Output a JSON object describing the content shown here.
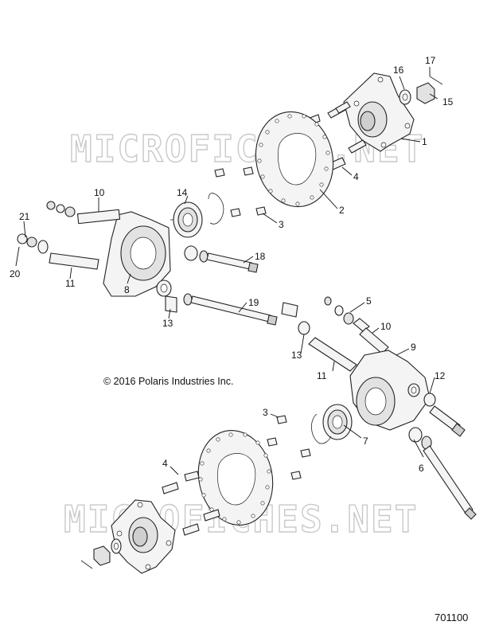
{
  "watermark": "MICROFICHES.NET",
  "copyright": "© 2016 Polaris Industries Inc.",
  "drawing_number": "701100",
  "callouts": [
    {
      "id": "c1",
      "label": "1"
    },
    {
      "id": "c2",
      "label": "2"
    },
    {
      "id": "c3a",
      "label": "3"
    },
    {
      "id": "c4a",
      "label": "4"
    },
    {
      "id": "c5",
      "label": "5"
    },
    {
      "id": "c6",
      "label": "6"
    },
    {
      "id": "c7",
      "label": "7"
    },
    {
      "id": "c8",
      "label": "8"
    },
    {
      "id": "c9",
      "label": "9"
    },
    {
      "id": "c10a",
      "label": "10"
    },
    {
      "id": "c10b",
      "label": "10"
    },
    {
      "id": "c11a",
      "label": "11"
    },
    {
      "id": "c11b",
      "label": "11"
    },
    {
      "id": "c12",
      "label": "12"
    },
    {
      "id": "c13a",
      "label": "13"
    },
    {
      "id": "c13b",
      "label": "13"
    },
    {
      "id": "c14",
      "label": "14"
    },
    {
      "id": "c15",
      "label": "15"
    },
    {
      "id": "c16",
      "label": "16"
    },
    {
      "id": "c17",
      "label": "17"
    },
    {
      "id": "c18",
      "label": "18"
    },
    {
      "id": "c19",
      "label": "19"
    },
    {
      "id": "c20",
      "label": "20"
    },
    {
      "id": "c21",
      "label": "21"
    },
    {
      "id": "c3b",
      "label": "3"
    },
    {
      "id": "c4b",
      "label": "4"
    }
  ]
}
